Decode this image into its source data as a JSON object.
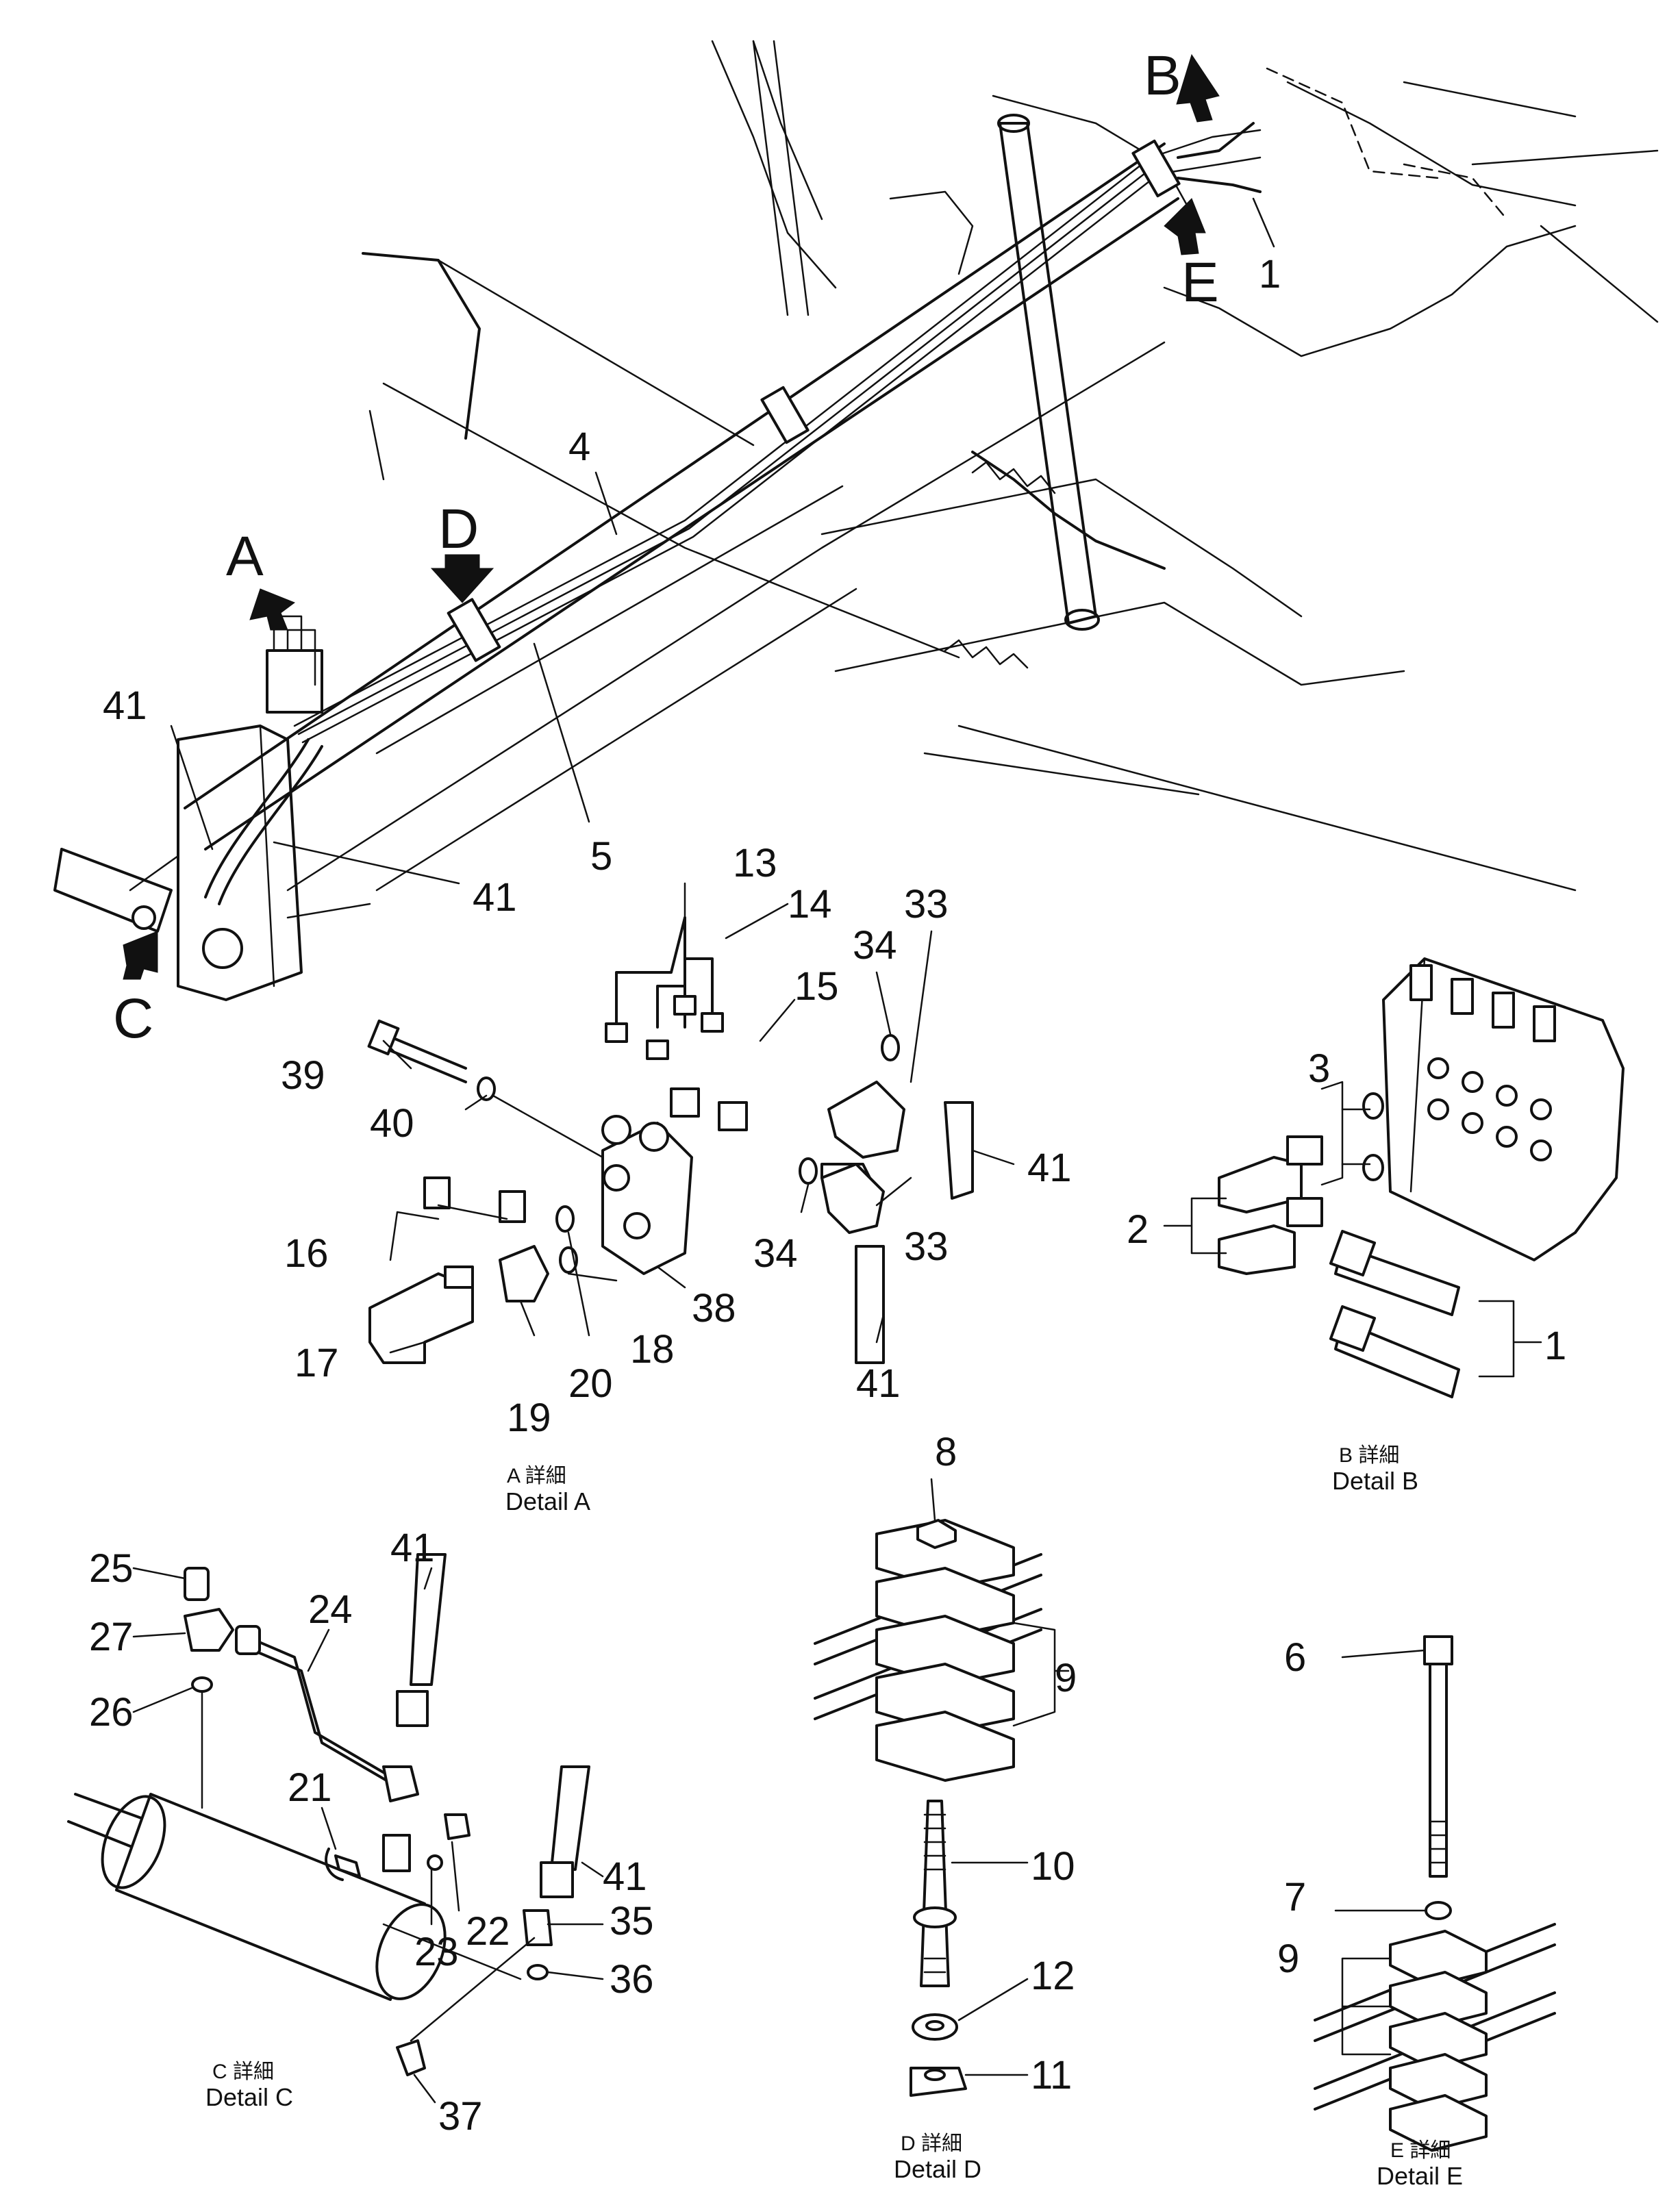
{
  "detail_markers": [
    {
      "id": "A",
      "text": "A"
    },
    {
      "id": "B",
      "text": "B"
    },
    {
      "id": "C",
      "text": "C"
    },
    {
      "id": "D",
      "text": "D"
    },
    {
      "id": "E",
      "text": "E"
    }
  ],
  "main_callouts": {
    "c1": "1",
    "c4": "4",
    "c5": "5",
    "c41a": "41",
    "c41b": "41"
  },
  "detail_a": {
    "caption_jp": "A 詳細",
    "caption_en": "Detail A",
    "callouts": {
      "c13": "13",
      "c14": "14",
      "c15": "15",
      "c16": "16",
      "c17": "17",
      "c18": "18",
      "c19": "19",
      "c20": "20",
      "c33a": "33",
      "c33b": "33",
      "c34a": "34",
      "c34b": "34",
      "c38": "38",
      "c39": "39",
      "c40": "40",
      "c41a": "41",
      "c41b": "41"
    }
  },
  "detail_b": {
    "caption_jp": "B 詳細",
    "caption_en": "Detail B",
    "callouts": {
      "c1": "1",
      "c2": "2",
      "c3": "3"
    }
  },
  "detail_c": {
    "caption_jp": "C 詳細",
    "caption_en": "Detail C",
    "callouts": {
      "c21": "21",
      "c22": "22",
      "c23": "23",
      "c24": "24",
      "c25": "25",
      "c26": "26",
      "c27": "27",
      "c35": "35",
      "c36": "36",
      "c37": "37",
      "c41a": "41",
      "c41b": "41"
    }
  },
  "detail_d": {
    "caption_jp": "D 詳細",
    "caption_en": "Detail D",
    "callouts": {
      "c8": "8",
      "c9": "9",
      "c10": "10",
      "c11": "11",
      "c12": "12"
    }
  },
  "detail_e": {
    "caption_jp": "E 詳細",
    "caption_en": "Detail E",
    "callouts": {
      "c6": "6",
      "c7": "7",
      "c9": "9"
    }
  }
}
